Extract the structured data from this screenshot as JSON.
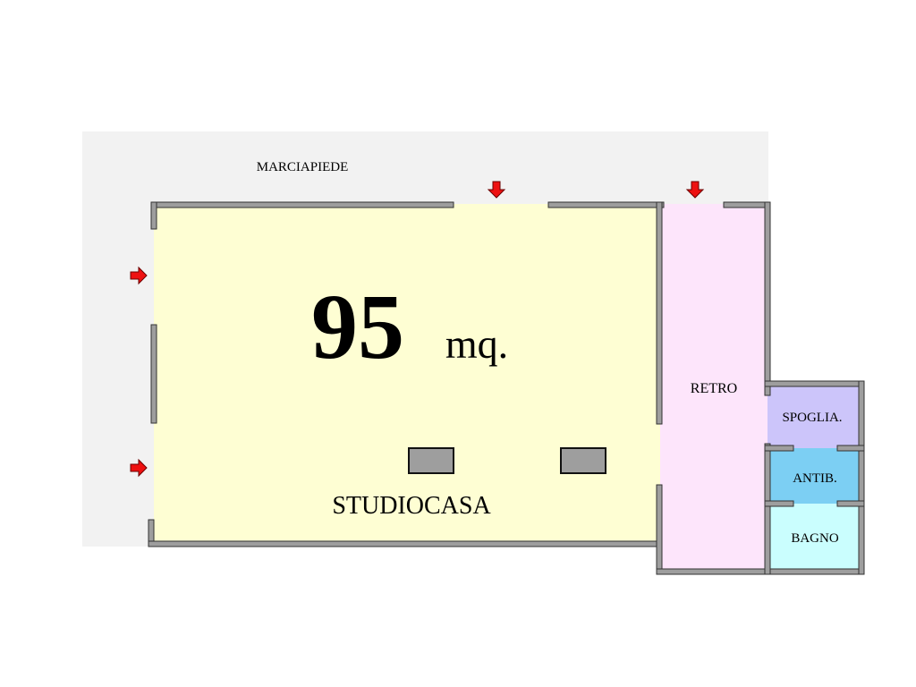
{
  "plan": {
    "sidewalk_label": "MARCIAPIEDE",
    "area_number": "95",
    "area_unit": "mq.",
    "brand": "STUDIOCASA",
    "rooms": {
      "back": "RETRO",
      "changing": "SPOGLIA.",
      "anteroom": "ANTIB.",
      "bathroom": "BAGNO"
    }
  },
  "colors": {
    "sidewalk": "#f2f2f2",
    "main_room": "#fefed3",
    "back_room": "#fde5fb",
    "changing_room": "#ccc5fa",
    "anteroom": "#7ccff3",
    "bathroom": "#cafefe",
    "wall_fill": "#9e9e9e",
    "wall_edge": "#333333",
    "arrow": "#ee1111"
  }
}
